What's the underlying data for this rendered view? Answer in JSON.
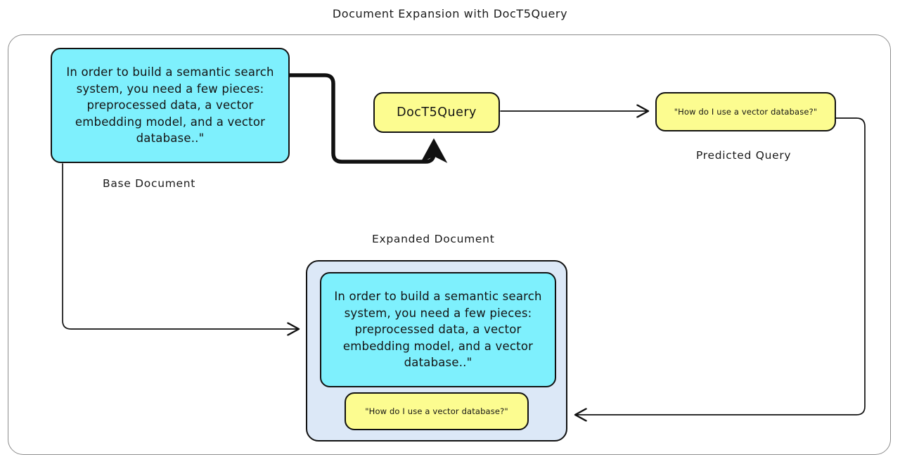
{
  "title": "Document Expansion with DocT5Query",
  "colors": {
    "document_fill": "#7ef0fd",
    "query_fill": "#fcfc90",
    "expanded_container_fill": "#dce8f7",
    "stroke": "#111111",
    "frame_stroke": "#8c8c8c",
    "background": "#ffffff",
    "text": "#141414"
  },
  "nodes": {
    "base_document": {
      "text": "In order to build a semantic search system, you need a few pieces: preprocessed data, a vector embedding model, and a vector database..\"",
      "label": "Base Document",
      "fill": "#7ef0fd"
    },
    "doct5query": {
      "text": "DocT5Query",
      "fill": "#fcfc90"
    },
    "predicted_query": {
      "text": "\"How do I use a vector database?\"",
      "label": "Predicted Query",
      "fill": "#fcfc90"
    },
    "expanded_document": {
      "label": "Expanded Document",
      "fill": "#dce8f7",
      "inner_document_text": "In order to build a semantic search system, you need a few pieces: preprocessed data, a vector embedding model, and a vector database..\"",
      "inner_query_text": "\"How do I use a vector database?\""
    }
  },
  "edges": [
    {
      "name": "base-document-to-doct5query",
      "from": "base_document",
      "to": "doct5query",
      "style": "thick",
      "arrowhead": "filled"
    },
    {
      "name": "doct5query-to-predicted-query",
      "from": "doct5query",
      "to": "predicted_query",
      "style": "thin",
      "arrowhead": "open"
    },
    {
      "name": "base-document-to-expanded-document",
      "from": "base_document",
      "to": "expanded_document",
      "style": "thin",
      "arrowhead": "open"
    },
    {
      "name": "predicted-query-to-expanded-document",
      "from": "predicted_query",
      "to": "expanded_document",
      "style": "thin",
      "arrowhead": "open"
    }
  ]
}
